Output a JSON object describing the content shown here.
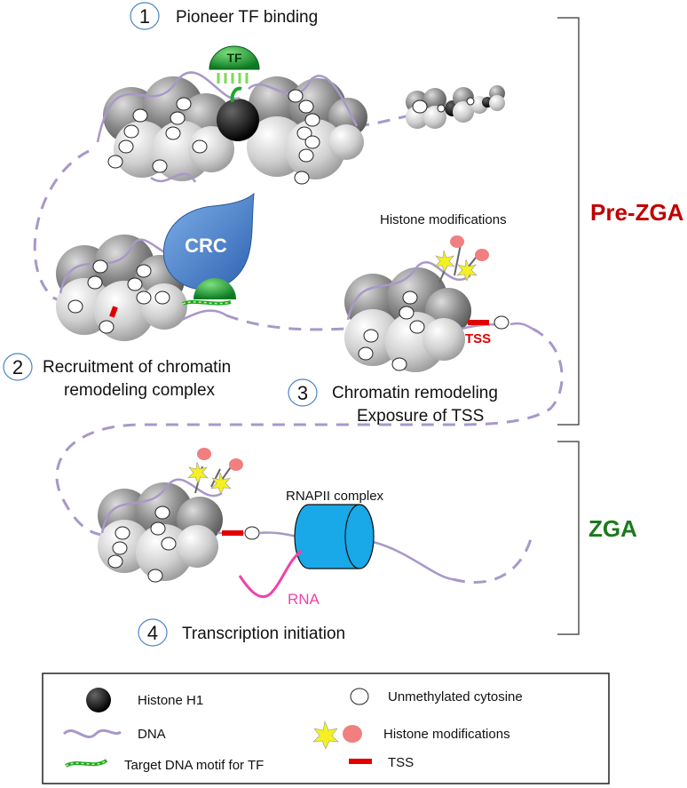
{
  "steps": [
    {
      "number": "1",
      "title": "Pioneer TF binding"
    },
    {
      "number": "2",
      "line1": "Recruitment of chromatin",
      "line2": "remodeling complex"
    },
    {
      "number": "3",
      "line1": "Chromatin remodeling",
      "line2": "Exposure of TSS"
    },
    {
      "number": "4",
      "title": "Transcription initiation"
    }
  ],
  "phases": {
    "pre_zga": {
      "label": "Pre-ZGA",
      "color": "#c00000"
    },
    "zga": {
      "label": "ZGA",
      "color": "#1a7a1a"
    }
  },
  "labels": {
    "tf": "TF",
    "crc": "CRC",
    "histone_modifications": "Histone modifications",
    "tss": "TSS",
    "rnapii": "RNAPII complex",
    "rna": "RNA"
  },
  "legend": {
    "histone_h1": "Histone H1",
    "unmethylated_cytosine": "Unmethylated cytosine",
    "dna": "DNA",
    "histone_modifications": "Histone modifications",
    "target_motif": "Target DNA motif for TF",
    "tss": "TSS"
  },
  "colors": {
    "dna": "#a898c8",
    "tf": "#1a9a3a",
    "crc": "#4a86d0",
    "rnapii": "#19a8e8",
    "tss": "#e00000",
    "rna": "#ee44aa",
    "mod_circle": "#f08080",
    "mod_star": "#f5f020"
  }
}
